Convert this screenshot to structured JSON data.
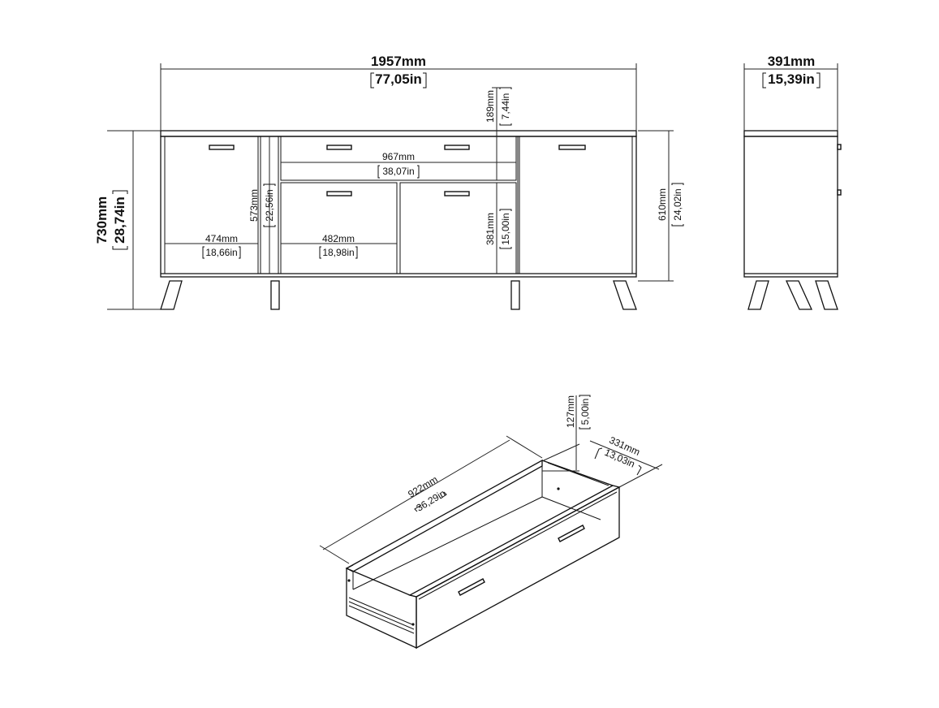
{
  "front": {
    "width_mm": "1957mm",
    "width_in": "77,05in",
    "height_mm": "730mm",
    "height_in": "28,74in",
    "top_drawer_mm": "189mm",
    "top_drawer_in": "7,44in",
    "center_width_mm": "967mm",
    "center_width_in": "38,07in",
    "door_height_mm": "573mm",
    "door_height_in": "22,56in",
    "body_height_mm": "610mm",
    "body_height_in": "24,02in",
    "left_door_width_mm": "474mm",
    "left_door_width_in": "18,66in",
    "center_door_width_mm": "482mm",
    "center_door_width_in": "18,98in",
    "lower_door_height_mm": "381mm",
    "lower_door_height_in": "15,00in"
  },
  "side": {
    "depth_mm": "391mm",
    "depth_in": "15,39in"
  },
  "drawer": {
    "length_mm": "922mm",
    "length_in": "36,29in",
    "height_mm": "127mm",
    "height_in": "5,00in",
    "depth_mm": "331mm",
    "depth_in": "13,03in"
  }
}
